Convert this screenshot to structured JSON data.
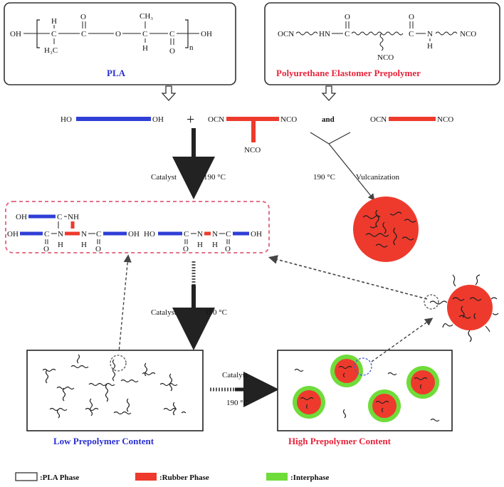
{
  "pla_box": {
    "structure": {
      "oh_left": "OH",
      "c1": "C",
      "h1": "H",
      "ch3_a": "H₃C",
      "o_top1": "O",
      "c2": "C",
      "o_mid": "O",
      "c3": "C",
      "ch3_b": "CH₃",
      "h2": "H",
      "c4": "C",
      "o_bottom": "O",
      "n": "n",
      "oh_right": "OH"
    },
    "name": "PLA"
  },
  "pu_box": {
    "structure": {
      "ocn": "OCN",
      "hn": "HN",
      "c1": "C",
      "o1": "O",
      "o2": "O",
      "c2": "C",
      "n": "N",
      "h": "H",
      "nco_right": "NCO",
      "nco_bottom": "NCO"
    },
    "name": "Polyurethane Elastomer Prepolymer"
  },
  "row2": {
    "ho": "HO",
    "oh": "OH",
    "plus": "+",
    "ocn1": "OCN",
    "nco1": "NCO",
    "nco_down": "NCO",
    "and": "and",
    "ocn2": "OCN",
    "nco2": "NCO"
  },
  "step1": {
    "catalyst": "Catalyst",
    "temp": "190 °C"
  },
  "vulc": {
    "temp": "190 °C",
    "label": "Vulcanization"
  },
  "copolymer": {
    "oh_a": "OH",
    "c_a": "C",
    "nh_a": "NH",
    "oh_b": "OH",
    "c_b": "C",
    "n_b": "N",
    "h_b": "H",
    "o_b": "O",
    "n_c": "N",
    "h_c": "H",
    "c_c": "C",
    "o_c": "O",
    "oh_c": "OH",
    "ho_d": "HO",
    "c_d": "C",
    "o_d": "O",
    "n_d": "N",
    "h_d": "H",
    "n_e": "N",
    "h_e": "H",
    "c_e": "C",
    "o_e": "O",
    "oh_e": "OH"
  },
  "step2": {
    "catalyst": "Catalyst",
    "temp": "190 °C"
  },
  "step3": {
    "catalyst": "Catalyst",
    "temp": "190 °C"
  },
  "low_label": "Low Prepolymer Content",
  "high_label": "High Prepolymer Content",
  "legend": {
    "pla": ":PLA Phase",
    "rubber": ":Rubber Phase",
    "interphase": ":Interphase"
  },
  "colors": {
    "pla_blue": "#2f3fd6",
    "rubber_red": "#ee3a2c",
    "interphase_green": "#6fdc3a",
    "label_blue": "#2a2fd0",
    "label_red": "#e8233a",
    "dash_pink": "#e0607a"
  }
}
